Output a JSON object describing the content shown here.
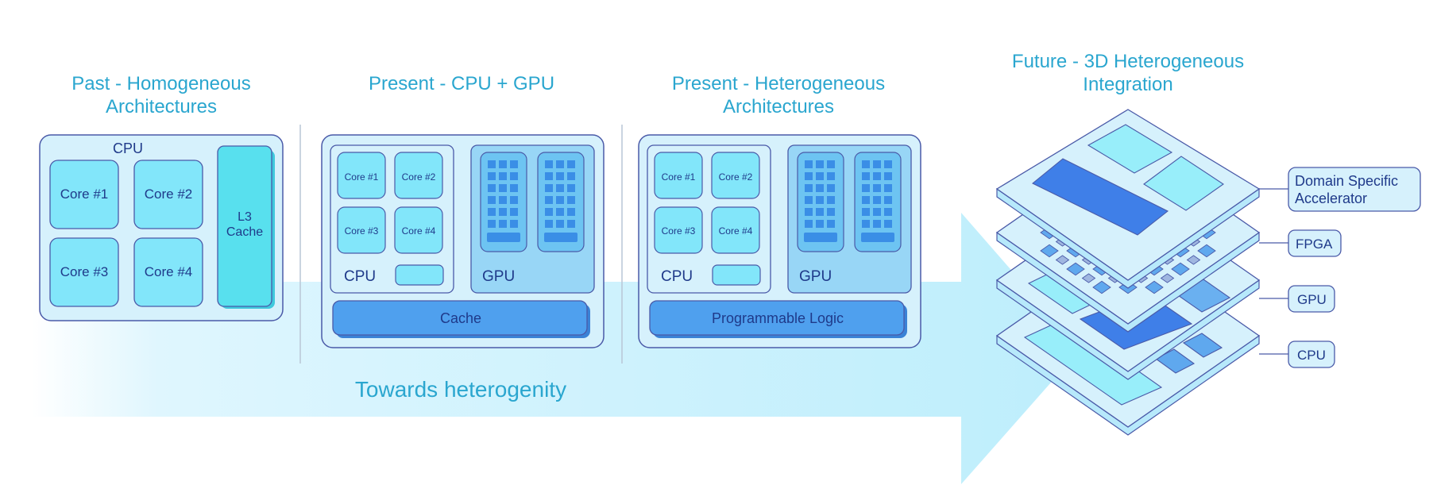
{
  "stages": {
    "past": {
      "title_line1": "Past - Homogeneous",
      "title_line2": "Architectures",
      "chip_label": "CPU",
      "cores": [
        "Core #1",
        "Core #2",
        "Core #3",
        "Core #4"
      ],
      "cache_line1": "L3",
      "cache_line2": "Cache"
    },
    "present_cpu_gpu": {
      "title": "Present - CPU + GPU",
      "cores": [
        "Core #1",
        "Core #2",
        "Core #3",
        "Core #4"
      ],
      "cpu_label": "CPU",
      "gpu_label": "GPU",
      "bar_label": "Cache"
    },
    "present_hetero": {
      "title_line1": "Present - Heterogeneous",
      "title_line2": "Architectures",
      "cores": [
        "Core #1",
        "Core #2",
        "Core #3",
        "Core #4"
      ],
      "cpu_label": "CPU",
      "gpu_label": "GPU",
      "bar_label": "Programmable Logic"
    },
    "future": {
      "title_line1": "Future - 3D Heterogeneous",
      "title_line2": "Integration",
      "layers": {
        "accelerator_line1": "Domain Specific",
        "accelerator_line2": "Accelerator",
        "fpga": "FPGA",
        "gpu": "GPU",
        "cpu": "CPU"
      }
    }
  },
  "arrow_label": "Towards heterogenity",
  "colors": {
    "title": "#2aa6cf",
    "text_dark": "#1f3a8a",
    "outline": "#4a5aa8",
    "panel_fill": "#d6f1fc",
    "core_fill": "#82e6fa",
    "cache_fill": "#58e0ee",
    "gpu_fill": "#98d6f6",
    "logic_fill": "#4fa0ee",
    "arrow_fill": "#bdeefc"
  }
}
